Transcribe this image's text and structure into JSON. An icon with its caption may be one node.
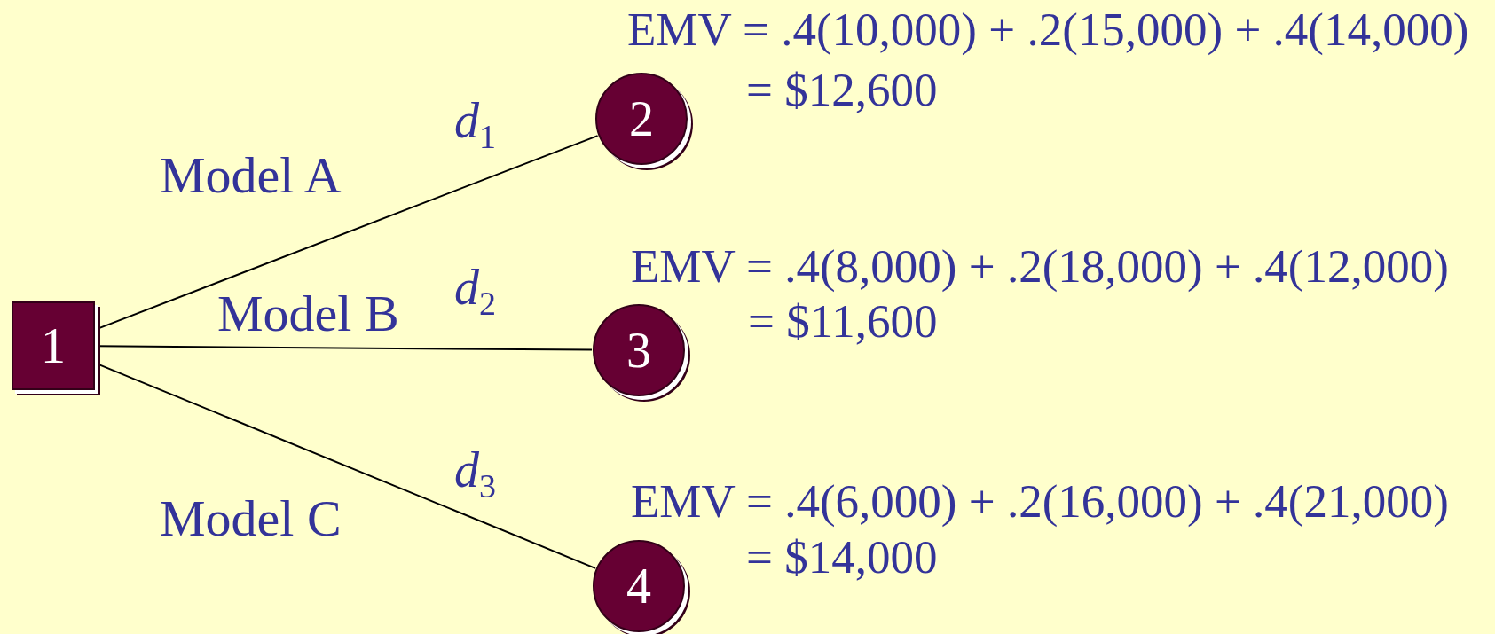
{
  "diagram": {
    "nodes": [
      {
        "text": [
          "1"
        ]
      },
      {
        "text": [
          "2"
        ],
        "beside": [
          "EMV = .4(10,000) + .2(15,000) + .4(14,000)",
          "= $12,600"
        ]
      },
      {
        "text": [
          "3"
        ],
        "beside": [
          "EMV = .4(8,000) + .2(18,000) + .4(12,000)",
          "= $11,600"
        ]
      },
      {
        "text": [
          "4"
        ],
        "beside": [
          "EMV = .4(6,000) + .2(16,000) + .4(21,000)",
          "= $14,000"
        ]
      }
    ],
    "edges": [
      {
        "from": 0,
        "to": 1,
        "arrow": "none",
        "label": "Model A"
      },
      {
        "from": 0,
        "to": 2,
        "arrow": "none",
        "label": "Model B"
      },
      {
        "from": 0,
        "to": 3,
        "arrow": "none",
        "label": "Model C"
      }
    ],
    "labels": [
      "*d*$_{1}$",
      "*d*$_{2}$",
      "*d*$_{3}$"
    ]
  }
}
